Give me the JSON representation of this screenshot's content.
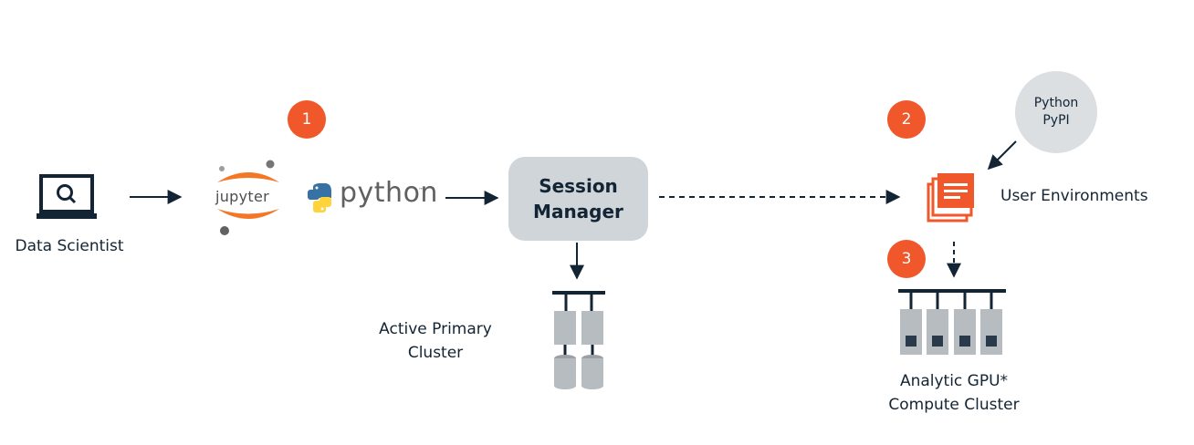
{
  "nodes": {
    "data_scientist": "Data Scientist",
    "jupyter": "jupyter",
    "python": "python",
    "python_tm": "™",
    "session_manager": [
      "Session",
      "Manager"
    ],
    "active_primary_cluster": [
      "Active Primary",
      "Cluster"
    ],
    "user_environments": "User Environments",
    "python_pypi": [
      "Python",
      "PyPI"
    ],
    "gpu_cluster": [
      "Analytic GPU*",
      "Compute Cluster"
    ]
  },
  "badges": [
    "1",
    "2",
    "3"
  ],
  "colors": {
    "accent": "#f0572a",
    "navy": "#132434",
    "box_gray": "#cfd5d9",
    "server_gray": "#b7bcc0"
  },
  "icons": {
    "data_scientist": "laptop-search-icon",
    "jupyter": "jupyter-logo",
    "python": "python-logo",
    "user_environments": "stacked-documents-icon",
    "active_primary_cluster": "server-cluster-with-databases",
    "gpu_cluster": "gpu-server-rack"
  }
}
